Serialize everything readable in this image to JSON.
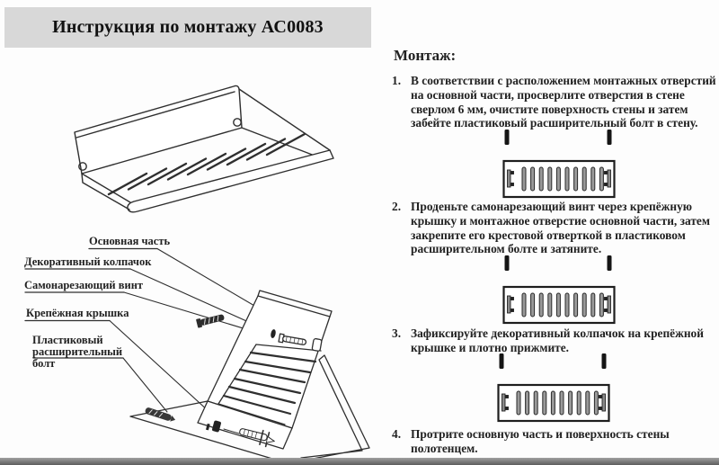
{
  "title": "Инструкция по монтажу АС0083",
  "section_heading": "Монтаж:",
  "steps": [
    {
      "number": "1.",
      "text": "В соответствии с расположением монтажных отверстий на основной части, просверлите отверстия в стене сверлом 6 мм, очистите поверхность стены и затем забейте пластиковый расширительный болт в стену."
    },
    {
      "number": "2.",
      "text": "Проденьте самонарезающий винт через крепёжную крышку и монтажное отверстие основной части, затем закрепите его крестовой отверткой в пластиковом расширительном болте и затяните."
    },
    {
      "number": "3.",
      "text": "Зафиксируйте декоративный колпачок на крепёжной крышке и плотно прижмите."
    },
    {
      "number": "4.",
      "text": "Протрите основную часть и поверхность стены полотенцем."
    }
  ],
  "labels": {
    "main_part": "Основная часть",
    "decorative_cap": "Декоративный колпачок",
    "self_tapping_screw": "Самонарезающий винт",
    "mounting_cover": "Крепёжная крышка",
    "plastic_expansion_bolt": "Пластиковый расширительный болт"
  },
  "colors": {
    "title_background": "#d8d8d8",
    "line_art": "#2f2f2f",
    "footer_bar": "#7a7a7a"
  }
}
